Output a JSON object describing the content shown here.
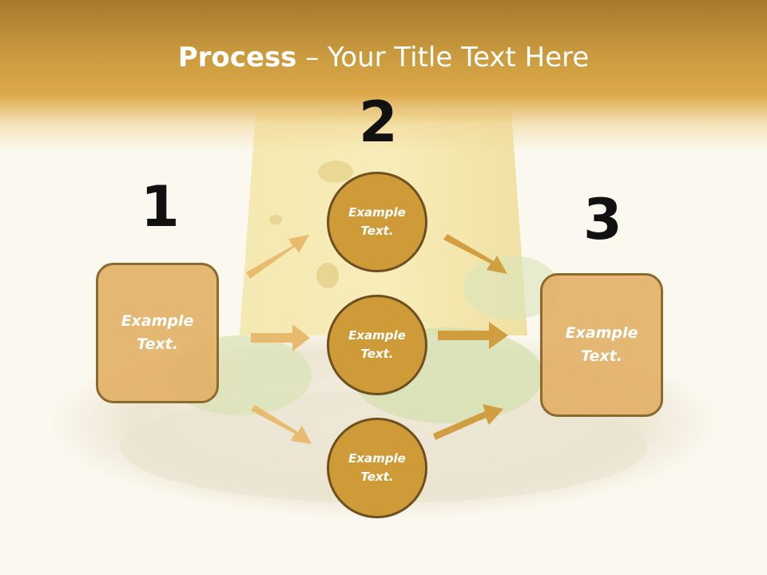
{
  "slide": {
    "title_bold": "Process",
    "title_rest": " – Your Title Text Here",
    "numbers": {
      "n1": "1",
      "n2": "2",
      "n3": "3"
    },
    "left_box": {
      "text": "Example\nText."
    },
    "right_box": {
      "text": "Example\nText."
    },
    "circles": [
      {
        "text": "Example\nText."
      },
      {
        "text": "Example\nText."
      },
      {
        "text": "Example\nText."
      }
    ],
    "colors": {
      "header": "#d9a545",
      "box_fill": "#e2b167",
      "circle_fill": "#cf9b38",
      "arrow_light": "#e8b86a",
      "arrow_dark": "#d09a3a"
    }
  }
}
